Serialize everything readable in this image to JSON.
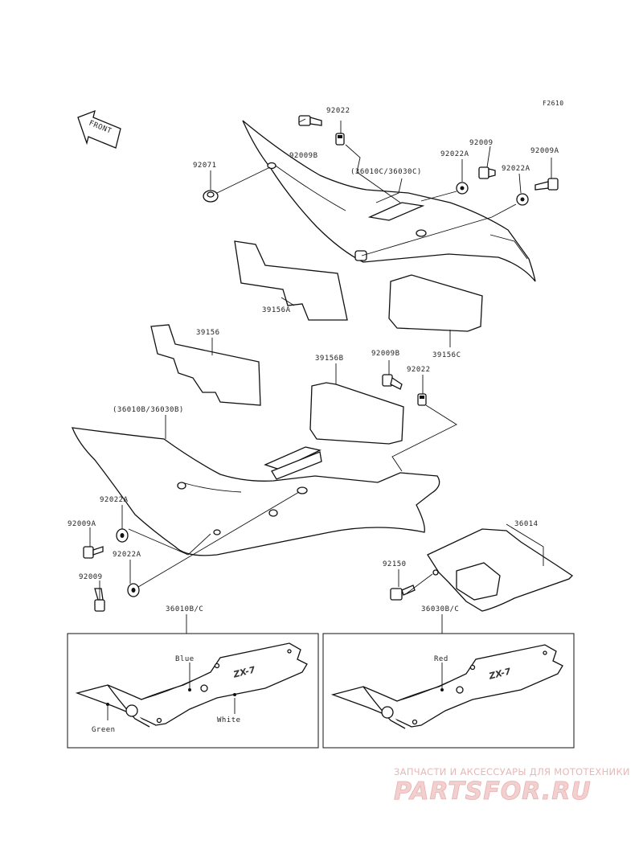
{
  "figure_code": "F2610",
  "front_label": "FRONT",
  "parts": {
    "p92022_top": "92022",
    "p92009b_top": "92009B",
    "p92071": "92071",
    "p36010c": "(36010C/36030C)",
    "p92022a_r1": "92022A",
    "p92009_r": "92009",
    "p92009a_r": "92009A",
    "p92022a_r2": "92022A",
    "p39156a": "39156A",
    "p39156c": "39156C",
    "p39156": "39156",
    "p39156b": "39156B",
    "p92009b_mid": "92009B",
    "p92022_mid": "92022",
    "p36010b": "(36010B/36030B)",
    "p92022a_l1": "92022A",
    "p92009a_l": "92009A",
    "p92022a_l2": "92022A",
    "p92009_l": "92009",
    "p36014": "36014",
    "p92150": "92150"
  },
  "variants": {
    "left_title": "36010B/C",
    "right_title": "36030B/C",
    "left_colors": [
      "Blue",
      "White",
      "Green"
    ],
    "right_colors": [
      "Red"
    ],
    "model_badge": "ZX-7"
  },
  "watermark": {
    "tagline": "ЗАПЧАСТИ И АКСЕССУАРЫ ДЛЯ МОТОТЕХНИКИ",
    "brand": "PARTSFOR.RU"
  },
  "colors": {
    "line": "#111111",
    "watermark": "#e6b8b8"
  }
}
